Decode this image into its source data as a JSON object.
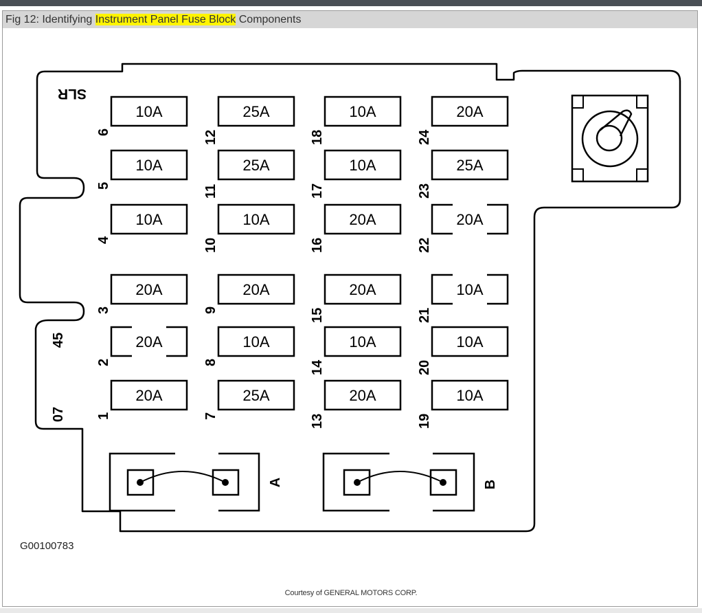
{
  "caption": {
    "prefix": "Fig 12: Identifying ",
    "highlight": "Instrument Panel Fuse Block",
    "suffix": " Components",
    "highlight_color": "#fff400"
  },
  "labels": {
    "slr": "SLR",
    "side_top": "45",
    "side_bottom": "07",
    "figure_id": "G00100783",
    "credit": "Courtesy of GENERAL MOTORS CORP."
  },
  "fuses": [
    {
      "number": "6",
      "rating": "10A"
    },
    {
      "number": "5",
      "rating": "10A"
    },
    {
      "number": "4",
      "rating": "10A"
    },
    {
      "number": "3",
      "rating": "20A"
    },
    {
      "number": "2",
      "rating": "20A"
    },
    {
      "number": "1",
      "rating": "20A"
    },
    {
      "number": "12",
      "rating": "25A"
    },
    {
      "number": "11",
      "rating": "25A"
    },
    {
      "number": "10",
      "rating": "10A"
    },
    {
      "number": "9",
      "rating": "20A"
    },
    {
      "number": "8",
      "rating": "10A"
    },
    {
      "number": "7",
      "rating": "25A"
    },
    {
      "number": "18",
      "rating": "10A"
    },
    {
      "number": "17",
      "rating": "10A"
    },
    {
      "number": "16",
      "rating": "20A"
    },
    {
      "number": "15",
      "rating": "20A"
    },
    {
      "number": "14",
      "rating": "10A"
    },
    {
      "number": "13",
      "rating": "20A"
    },
    {
      "number": "24",
      "rating": "20A"
    },
    {
      "number": "23",
      "rating": "25A"
    },
    {
      "number": "22",
      "rating": "20A"
    },
    {
      "number": "21",
      "rating": "10A"
    },
    {
      "number": "20",
      "rating": "10A"
    },
    {
      "number": "19",
      "rating": "10A"
    }
  ],
  "breakers": [
    {
      "label": "A"
    },
    {
      "label": "B"
    }
  ]
}
